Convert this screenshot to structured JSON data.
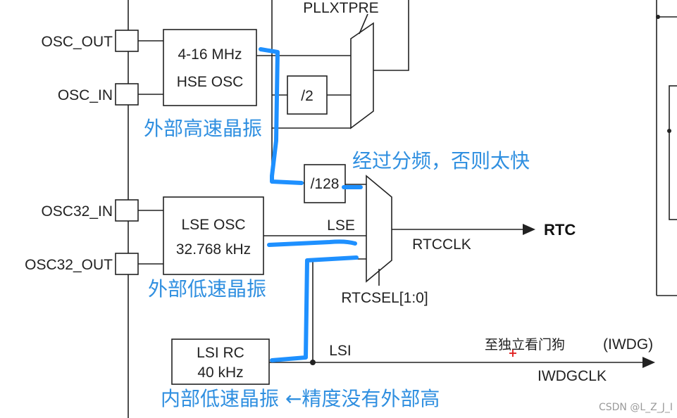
{
  "pins": {
    "osc_out": "OSC_OUT",
    "osc_in": "OSC_IN",
    "osc32_in": "OSC32_IN",
    "osc32_out": "OSC32_OUT"
  },
  "hse": {
    "line1": "4-16 MHz",
    "line2": "HSE OSC"
  },
  "lse": {
    "line1": "LSE OSC",
    "line2": "32.768 kHz"
  },
  "lsi": {
    "line1": "LSI RC",
    "line2": "40 kHz"
  },
  "dividers": {
    "div2": "/2",
    "div128": "/128"
  },
  "signals": {
    "pllxtpre": "PLLXTPRE",
    "lse": "LSE",
    "rtcclk": "RTCCLK",
    "rtc": "RTC",
    "rtcsel": "RTCSEL[1:0]",
    "lsi": "LSI",
    "iwdgclk": "IWDGCLK",
    "iwdg_cn": "至独立看门狗",
    "iwdg": "(IWDG)"
  },
  "annotations": {
    "hse": "外部高速晶振",
    "div": "经过分频，否则太快",
    "lse": "外部低速晶振",
    "lsi": "内部低速晶振 ←精度没有外部高"
  },
  "watermark": "CSDN @L_Z_J_I",
  "colors": {
    "annotation": "#2f8fe0",
    "highlight": "#1e90ff",
    "line": "#222222"
  }
}
